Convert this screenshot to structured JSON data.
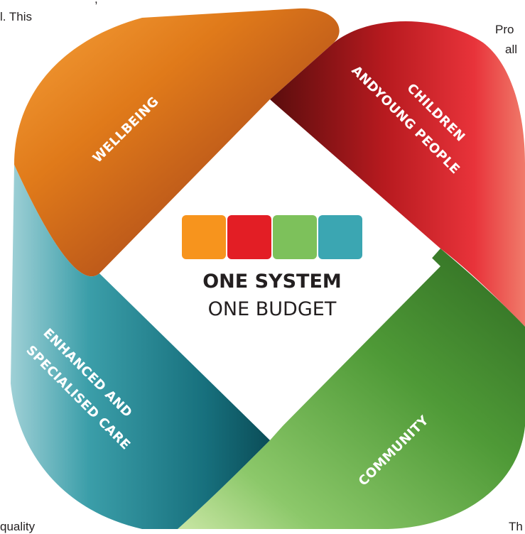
{
  "background_fragments": {
    "top_left": "l. This",
    "top_left_above": ",",
    "top_right_1": "Pro",
    "top_right_2": "all",
    "bottom_left": "quality",
    "bottom_right": "Th"
  },
  "bands": {
    "wellbeing": "WELLBEING",
    "children_line1": "CHILDREN",
    "children_line2": "ANDYOUNG PEOPLE",
    "community": "COMMUNITY",
    "enhanced_line1": "ENHANCED AND",
    "enhanced_line2": "SPECIALISED CARE"
  },
  "logo": {
    "line1": "ONE SYSTEM",
    "line2": "ONE BUDGET"
  },
  "colors": {
    "orange": "#f7941d",
    "red": "#e31e25",
    "green": "#7dc15b",
    "teal": "#3ba6b2"
  }
}
